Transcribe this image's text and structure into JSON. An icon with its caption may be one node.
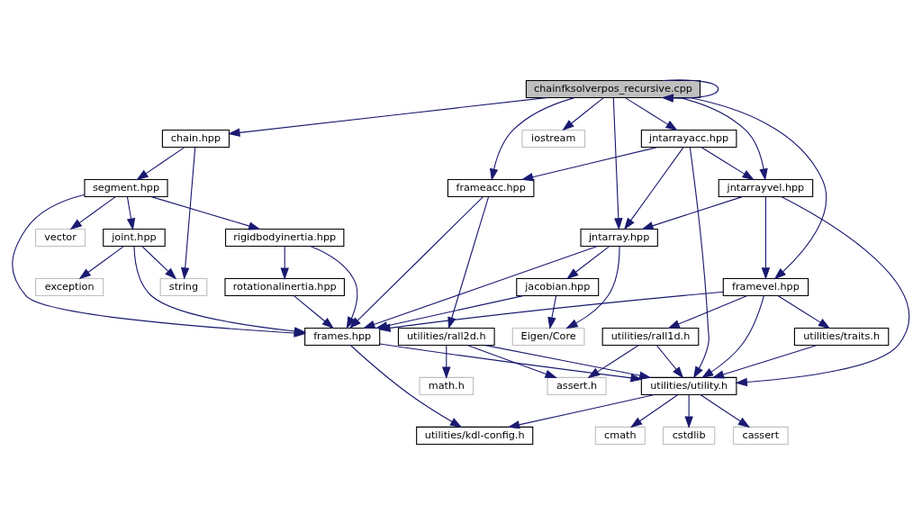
{
  "diagram": {
    "nodes": [
      {
        "text": [
          "chainfksolverpos_recursive.cpp"
        ]
      },
      {
        "text": [
          "chain.hpp"
        ]
      },
      {
        "text": [
          "jntarrayacc.hpp"
        ]
      },
      {
        "text": [
          "iostream"
        ]
      },
      {
        "text": [
          "segment.hpp"
        ]
      },
      {
        "text": [
          "frameacc.hpp"
        ]
      },
      {
        "text": [
          "jntarrayvel.hpp"
        ]
      },
      {
        "text": [
          "joint.hpp"
        ]
      },
      {
        "text": [
          "vector"
        ]
      },
      {
        "text": [
          "rigidbodyinertia.hpp"
        ]
      },
      {
        "text": [
          "jntarray.hpp"
        ]
      },
      {
        "text": [
          "exception"
        ]
      },
      {
        "text": [
          "string"
        ]
      },
      {
        "text": [
          "rotationalinertia.hpp"
        ]
      },
      {
        "text": [
          "framevel.hpp"
        ]
      },
      {
        "text": [
          "jacobian.hpp"
        ]
      },
      {
        "text": [
          "frames.hpp"
        ]
      },
      {
        "text": [
          "utilities/rall2d.h"
        ]
      },
      {
        "text": [
          "utilities/rall1d.h"
        ]
      },
      {
        "text": [
          "utilities/traits.h"
        ]
      },
      {
        "text": [
          "Eigen/Core"
        ]
      },
      {
        "text": [
          "math.h"
        ]
      },
      {
        "text": [
          "assert.h"
        ]
      },
      {
        "text": [
          "utilities/utility.h"
        ]
      },
      {
        "text": [
          "utilities/kdl-config.h"
        ]
      },
      {
        "text": [
          "cassert"
        ]
      },
      {
        "text": [
          "cmath"
        ]
      },
      {
        "text": [
          "cstdlib"
        ]
      }
    ],
    "edges": [
      {
        "from": 0,
        "to": 0,
        "arrow": "to"
      },
      {
        "from": 0,
        "to": 1,
        "arrow": "to"
      },
      {
        "from": 1,
        "to": 4,
        "arrow": "to"
      },
      {
        "from": 4,
        "to": 7,
        "arrow": "to"
      },
      {
        "from": 7,
        "to": 16,
        "arrow": "to"
      },
      {
        "from": 16,
        "to": 23,
        "arrow": "to"
      },
      {
        "from": 23,
        "to": 24,
        "arrow": "to"
      },
      {
        "from": 23,
        "to": 25,
        "arrow": "to"
      },
      {
        "from": 23,
        "to": 26,
        "arrow": "to"
      },
      {
        "from": 23,
        "to": 27,
        "arrow": "to"
      },
      {
        "from": 16,
        "to": 24,
        "arrow": "to"
      },
      {
        "from": 7,
        "to": 11,
        "arrow": "to"
      },
      {
        "from": 7,
        "to": 12,
        "arrow": "to"
      },
      {
        "from": 4,
        "to": 8,
        "arrow": "to"
      },
      {
        "from": 4,
        "to": 9,
        "arrow": "to"
      },
      {
        "from": 9,
        "to": 16,
        "arrow": "to"
      },
      {
        "from": 9,
        "to": 13,
        "arrow": "to"
      },
      {
        "from": 13,
        "to": 16,
        "arrow": "to"
      },
      {
        "from": 4,
        "to": 16,
        "arrow": "to"
      },
      {
        "from": 1,
        "to": 12,
        "arrow": "to"
      },
      {
        "from": 0,
        "to": 5,
        "arrow": "to"
      },
      {
        "from": 5,
        "to": 16,
        "arrow": "to"
      },
      {
        "from": 5,
        "to": 17,
        "arrow": "to"
      },
      {
        "from": 17,
        "to": 21,
        "arrow": "to"
      },
      {
        "from": 17,
        "to": 22,
        "arrow": "to"
      },
      {
        "from": 17,
        "to": 23,
        "arrow": "to"
      },
      {
        "from": 0,
        "to": 14,
        "arrow": "to"
      },
      {
        "from": 14,
        "to": 16,
        "arrow": "to"
      },
      {
        "from": 14,
        "to": 18,
        "arrow": "to"
      },
      {
        "from": 18,
        "to": 22,
        "arrow": "to"
      },
      {
        "from": 18,
        "to": 23,
        "arrow": "to"
      },
      {
        "from": 14,
        "to": 23,
        "arrow": "to"
      },
      {
        "from": 14,
        "to": 19,
        "arrow": "to"
      },
      {
        "from": 19,
        "to": 23,
        "arrow": "to"
      },
      {
        "from": 0,
        "to": 2,
        "arrow": "to"
      },
      {
        "from": 2,
        "to": 5,
        "arrow": "to"
      },
      {
        "from": 2,
        "to": 6,
        "arrow": "to"
      },
      {
        "from": 6,
        "to": 10,
        "arrow": "to"
      },
      {
        "from": 10,
        "to": 16,
        "arrow": "to"
      },
      {
        "from": 10,
        "to": 15,
        "arrow": "to"
      },
      {
        "from": 15,
        "to": 16,
        "arrow": "to"
      },
      {
        "from": 15,
        "to": 20,
        "arrow": "to"
      },
      {
        "from": 10,
        "to": 20,
        "arrow": "to"
      },
      {
        "from": 6,
        "to": 14,
        "arrow": "to"
      },
      {
        "from": 6,
        "to": 23,
        "arrow": "to"
      },
      {
        "from": 2,
        "to": 10,
        "arrow": "to"
      },
      {
        "from": 2,
        "to": 23,
        "arrow": "to"
      },
      {
        "from": 0,
        "to": 6,
        "arrow": "to"
      },
      {
        "from": 0,
        "to": 10,
        "arrow": "to"
      },
      {
        "from": 0,
        "to": 3,
        "arrow": "to"
      }
    ]
  }
}
